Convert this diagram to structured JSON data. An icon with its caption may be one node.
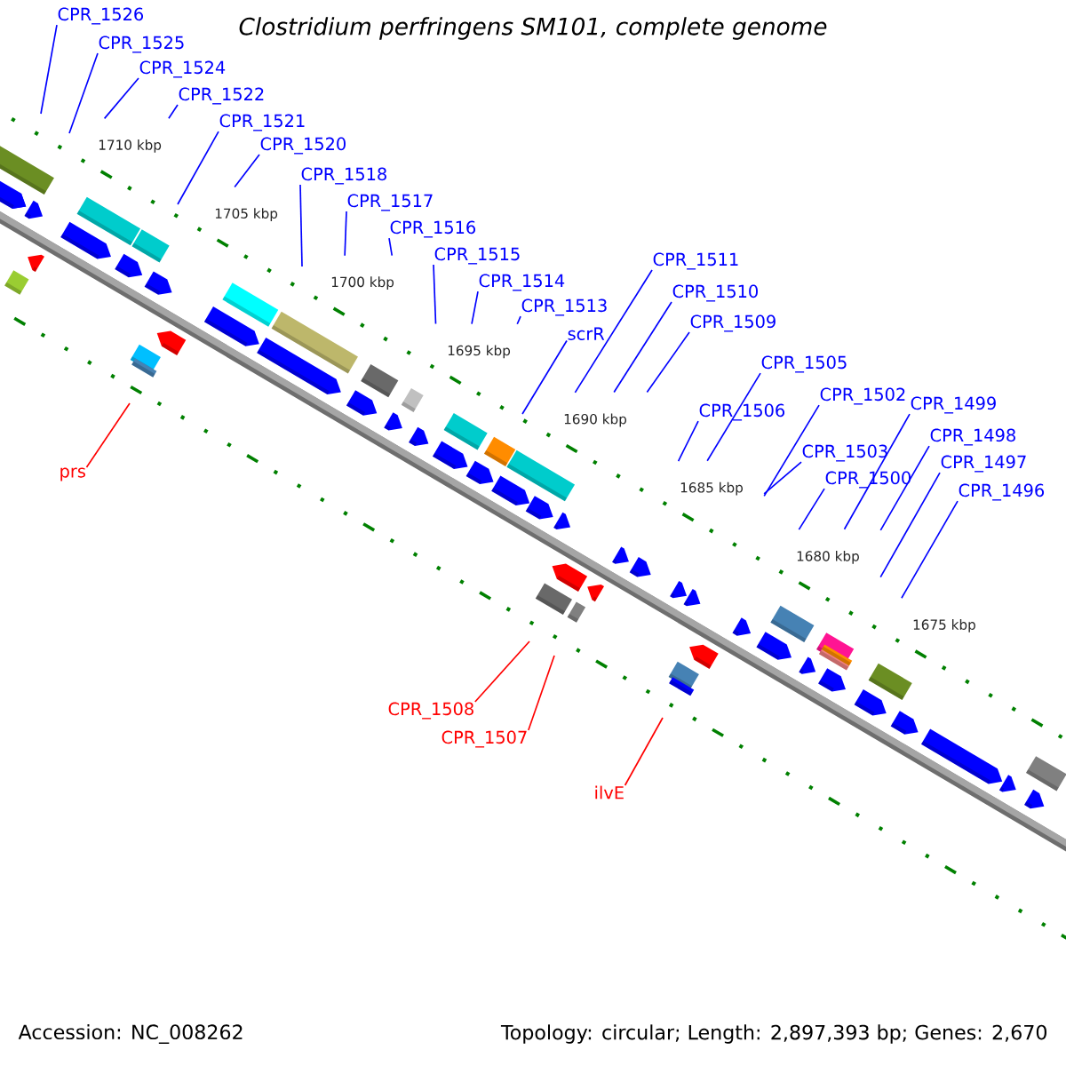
{
  "diagram": {
    "title": "Clostridium perfringens SM101, complete genome",
    "nodes": [
      {
        "text": [
          "CPR_1526"
        ]
      },
      {
        "text": [
          "CPR_1525"
        ]
      },
      {
        "text": [
          "CPR_1524"
        ]
      },
      {
        "text": [
          "CPR_1522"
        ]
      },
      {
        "text": [
          "CPR_1521"
        ]
      },
      {
        "text": [
          "CPR_1520"
        ]
      },
      {
        "text": [
          "CPR_1518"
        ]
      },
      {
        "text": [
          "CPR_1517"
        ]
      },
      {
        "text": [
          "CPR_1516"
        ]
      },
      {
        "text": [
          "CPR_1515"
        ]
      },
      {
        "text": [
          "CPR_1514"
        ]
      },
      {
        "text": [
          "CPR_1513"
        ]
      },
      {
        "text": [
          "scrR"
        ]
      },
      {
        "text": [
          "CPR_1511"
        ]
      },
      {
        "text": [
          "CPR_1510"
        ]
      },
      {
        "text": [
          "CPR_1509"
        ]
      },
      {
        "text": [
          "CPR_1505"
        ]
      },
      {
        "text": [
          "CPR_1506"
        ]
      },
      {
        "text": [
          "CPR_1502"
        ]
      },
      {
        "text": [
          "CPR_1503"
        ]
      },
      {
        "text": [
          "CPR_1500"
        ]
      },
      {
        "text": [
          "CPR_1499"
        ]
      },
      {
        "text": [
          "CPR_1498"
        ]
      },
      {
        "text": [
          "CPR_1497"
        ]
      },
      {
        "text": [
          "CPR_1496"
        ]
      },
      {
        "text": [
          "prs"
        ]
      },
      {
        "text": [
          "CPR_1508"
        ]
      },
      {
        "text": [
          "CPR_1507"
        ]
      },
      {
        "text": [
          "ilvE"
        ]
      }
    ],
    "edges": [
      {
        "from": 0,
        "to": null,
        "arrow": "none"
      },
      {
        "from": 1,
        "to": null,
        "arrow": "none"
      },
      {
        "from": 2,
        "to": null,
        "arrow": "none"
      },
      {
        "from": 3,
        "to": null,
        "arrow": "none"
      },
      {
        "from": 4,
        "to": null,
        "arrow": "none"
      },
      {
        "from": 5,
        "to": null,
        "arrow": "none"
      },
      {
        "from": 6,
        "to": null,
        "arrow": "none"
      },
      {
        "from": 7,
        "to": null,
        "arrow": "none"
      },
      {
        "from": 8,
        "to": null,
        "arrow": "none"
      },
      {
        "from": 9,
        "to": null,
        "arrow": "none"
      },
      {
        "from": 10,
        "to": null,
        "arrow": "none"
      },
      {
        "from": 11,
        "to": null,
        "arrow": "none"
      },
      {
        "from": 12,
        "to": null,
        "arrow": "none"
      },
      {
        "from": 13,
        "to": null,
        "arrow": "none"
      },
      {
        "from": 14,
        "to": null,
        "arrow": "none"
      },
      {
        "from": 15,
        "to": null,
        "arrow": "none"
      },
      {
        "from": 16,
        "to": null,
        "arrow": "none"
      },
      {
        "from": 17,
        "to": null,
        "arrow": "none"
      },
      {
        "from": 18,
        "to": null,
        "arrow": "none"
      },
      {
        "from": 19,
        "to": null,
        "arrow": "none"
      },
      {
        "from": 20,
        "to": null,
        "arrow": "none"
      },
      {
        "from": 21,
        "to": null,
        "arrow": "none"
      },
      {
        "from": 22,
        "to": null,
        "arrow": "none"
      },
      {
        "from": 23,
        "to": null,
        "arrow": "none"
      },
      {
        "from": 24,
        "to": null,
        "arrow": "none"
      },
      {
        "from": 25,
        "to": null,
        "arrow": "none",
        "color": "#ff0000"
      },
      {
        "from": 26,
        "to": null,
        "arrow": "none",
        "color": "#ff0000"
      },
      {
        "from": 27,
        "to": null,
        "arrow": "none",
        "color": "#ff0000"
      },
      {
        "from": 28,
        "to": null,
        "arrow": "none",
        "color": "#ff0000"
      }
    ],
    "labels": [
      "1710 kbp",
      "1705 kbp",
      "1700 kbp",
      "1695 kbp",
      "1690 kbp",
      "1685 kbp",
      "1680 kbp",
      "1675 kbp",
      "Accession: NC_008262",
      "Topology: circular; Length: 2,897,393 bp; Genes: 2,670"
    ]
  }
}
